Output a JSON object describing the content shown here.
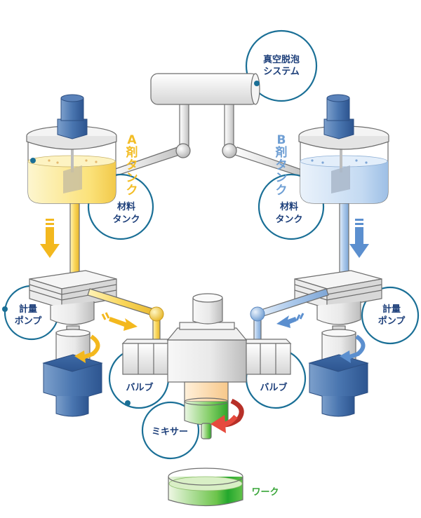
{
  "diagram": {
    "labels": {
      "vacuum_system_line1": "真空脱泡",
      "vacuum_system_line2": "システム",
      "tank_a_vertical": [
        "A",
        "剤",
        "タ",
        "ン",
        "ク"
      ],
      "tank_b_vertical": [
        "B",
        "剤",
        "タ",
        "ン",
        "ク"
      ],
      "material_tank_left_line1": "材料",
      "material_tank_left_line2": "タンク",
      "material_tank_right_line1": "材料",
      "material_tank_right_line2": "タンク",
      "metering_pump_left_line1": "計量",
      "metering_pump_left_line2": "ポンプ",
      "metering_pump_right_line1": "計量",
      "metering_pump_right_line2": "ポンプ",
      "valve_left": "バルブ",
      "valve_right": "バルブ",
      "mixer": "ミキサー",
      "work": "ワーク"
    },
    "colors": {
      "agent_a": "#f5c42c",
      "agent_b": "#6a9fd6",
      "callout": "#1a6f96",
      "label_text": "#1d3f7a",
      "motor_blue": "#3c68a3",
      "mixer_green": "#4fb83a",
      "rotation_red": "#e04a3f",
      "work_label": "#3aa63a"
    }
  }
}
